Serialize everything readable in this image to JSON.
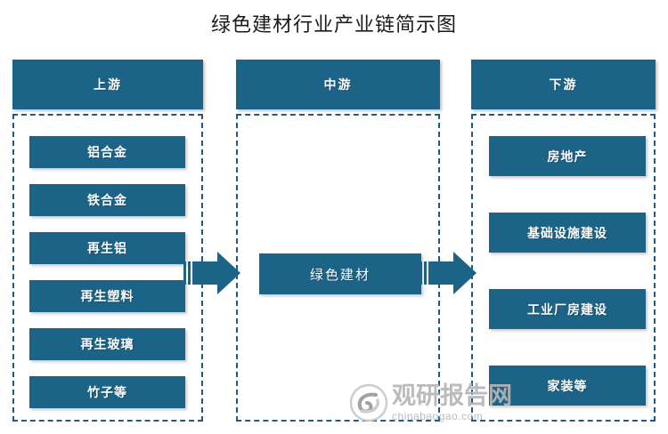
{
  "title": "绿色建材行业产业链简示图",
  "colors": {
    "box_fill": "#1c6487",
    "dashed_border": "#1f5b82",
    "arrow": "#1c6487",
    "background": "#ffffff",
    "title_text": "#1a1a1a",
    "box_text": "#ffffff",
    "watermark": "#b6b6b6"
  },
  "columns": [
    {
      "id": "upstream",
      "header": "上游",
      "items": [
        {
          "label": "铝合金"
        },
        {
          "label": "铁合金"
        },
        {
          "label": "再生铝"
        },
        {
          "label": "再生塑料"
        },
        {
          "label": "再生玻璃"
        },
        {
          "label": "竹子等"
        }
      ]
    },
    {
      "id": "midstream",
      "header": "中游",
      "items": [
        {
          "label": "绿色建材"
        }
      ]
    },
    {
      "id": "downstream",
      "header": "下游",
      "items": [
        {
          "label": "房地产"
        },
        {
          "label": "基础设施建设"
        },
        {
          "label": "工业厂房建设"
        },
        {
          "label": "家装等"
        }
      ]
    }
  ],
  "arrows": [
    {
      "id": "arrow-upstream-to-midstream",
      "direction": "right"
    },
    {
      "id": "arrow-midstream-to-downstream",
      "direction": "right"
    }
  ],
  "watermark": {
    "name": "观研报告网",
    "domain": "chinabaogao.com"
  }
}
